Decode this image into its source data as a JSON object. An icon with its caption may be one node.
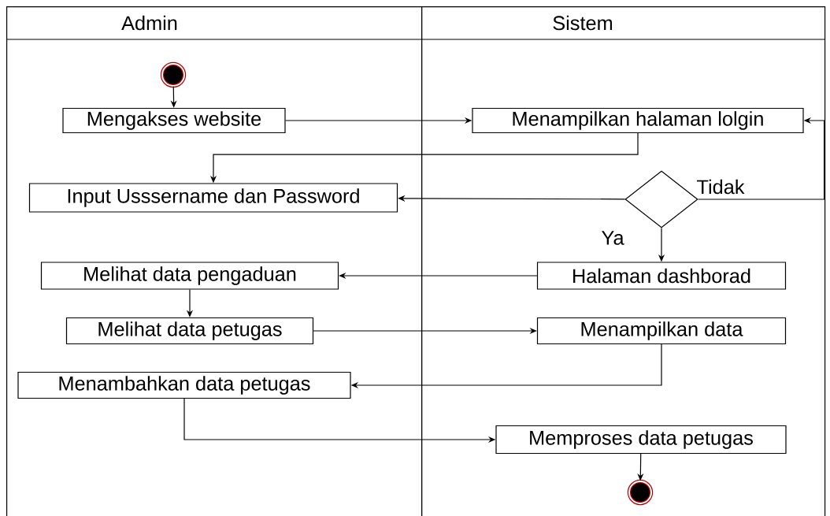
{
  "diagram": {
    "nodes": [
      {
        "text": [
          "Admin"
        ]
      },
      {
        "text": [
          "Sistem"
        ]
      },
      {
        "text": [],
        "shape": "circle",
        "in": 0
      },
      {
        "text": [
          "Mengakses website"
        ],
        "in": 0
      },
      {
        "text": [
          "Menampilkan halaman lolgin"
        ],
        "in": 1
      },
      {
        "text": [
          "Input Usssername dan Password"
        ],
        "in": 0
      },
      {
        "text": [],
        "shape": "diamond",
        "in": 1
      },
      {
        "text": [
          "Melihat data pengaduan"
        ],
        "in": 0
      },
      {
        "text": [
          "Halaman dashborad"
        ],
        "in": 1
      },
      {
        "text": [
          "Melihat data  petugas"
        ],
        "in": 0
      },
      {
        "text": [
          "Menampilkan data"
        ],
        "in": 1
      },
      {
        "text": [
          "Menambahkan data petugas"
        ],
        "in": 0
      },
      {
        "text": [
          "Memproses data petugas"
        ],
        "in": 1
      },
      {
        "text": [],
        "shape": "circle",
        "in": 1
      }
    ],
    "edges": [
      {
        "from": 2,
        "to": 3,
        "arrow": "to"
      },
      {
        "from": 3,
        "to": 4,
        "arrow": "to"
      },
      {
        "from": 4,
        "to": 5,
        "arrow": "to"
      },
      {
        "from": 6,
        "to": 5,
        "arrow": "to"
      },
      {
        "from": 6,
        "to": 4,
        "arrow": "to",
        "label": "Tidak"
      },
      {
        "from": 6,
        "to": 8,
        "arrow": "to",
        "label": "Ya"
      },
      {
        "from": 8,
        "to": 7,
        "arrow": "to"
      },
      {
        "from": 7,
        "to": 9,
        "arrow": "to"
      },
      {
        "from": 9,
        "to": 10,
        "arrow": "to"
      },
      {
        "from": 10,
        "to": 11,
        "arrow": "to"
      },
      {
        "from": 11,
        "to": 12,
        "arrow": "to"
      },
      {
        "from": 12,
        "to": 13,
        "arrow": "to"
      }
    ]
  }
}
